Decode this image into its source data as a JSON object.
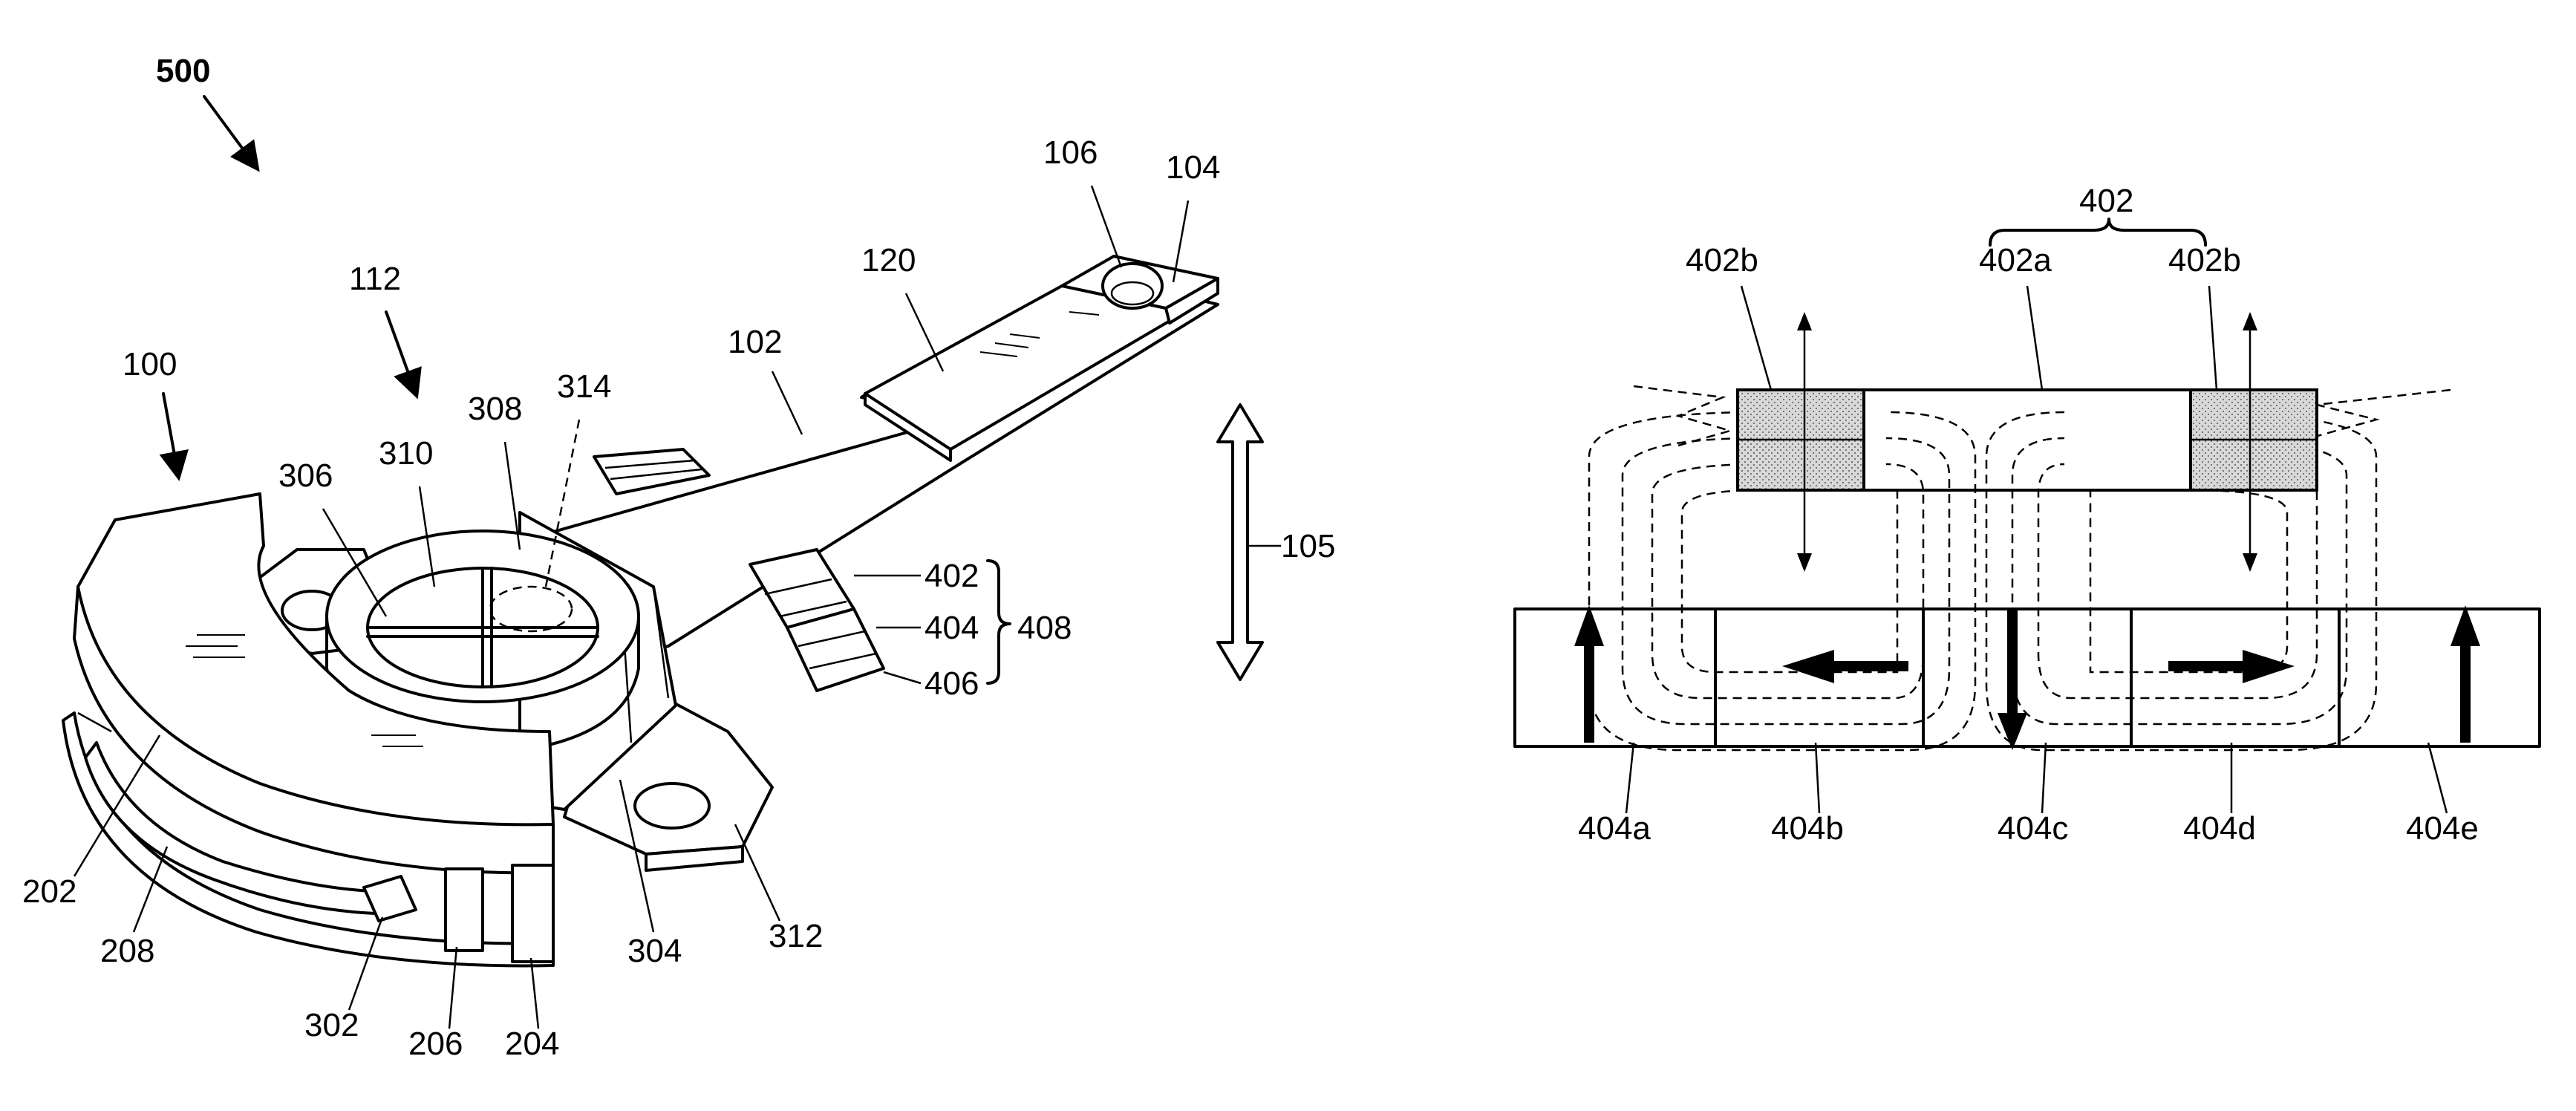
{
  "figure_left": {
    "labels": {
      "l500": "500",
      "l100": "100",
      "l112": "112",
      "l306": "306",
      "l310": "310",
      "l308": "308",
      "l314": "314",
      "l102": "102",
      "l120": "120",
      "l106": "106",
      "l104": "104",
      "l105": "105",
      "l402": "402",
      "l404": "404",
      "l406": "406",
      "l408": "408",
      "l202": "202",
      "l208": "208",
      "l302": "302",
      "l206": "206",
      "l204": "204",
      "l304": "304",
      "l312": "312"
    }
  },
  "figure_right": {
    "labels": {
      "l402": "402",
      "l402a": "402a",
      "l402b_left": "402b",
      "l402b_right": "402b",
      "l404a": "404a",
      "l404b": "404b",
      "l404c": "404c",
      "l404d": "404d",
      "l404e": "404e"
    },
    "magnet_directions": [
      "up",
      "left",
      "down",
      "right",
      "up"
    ]
  }
}
